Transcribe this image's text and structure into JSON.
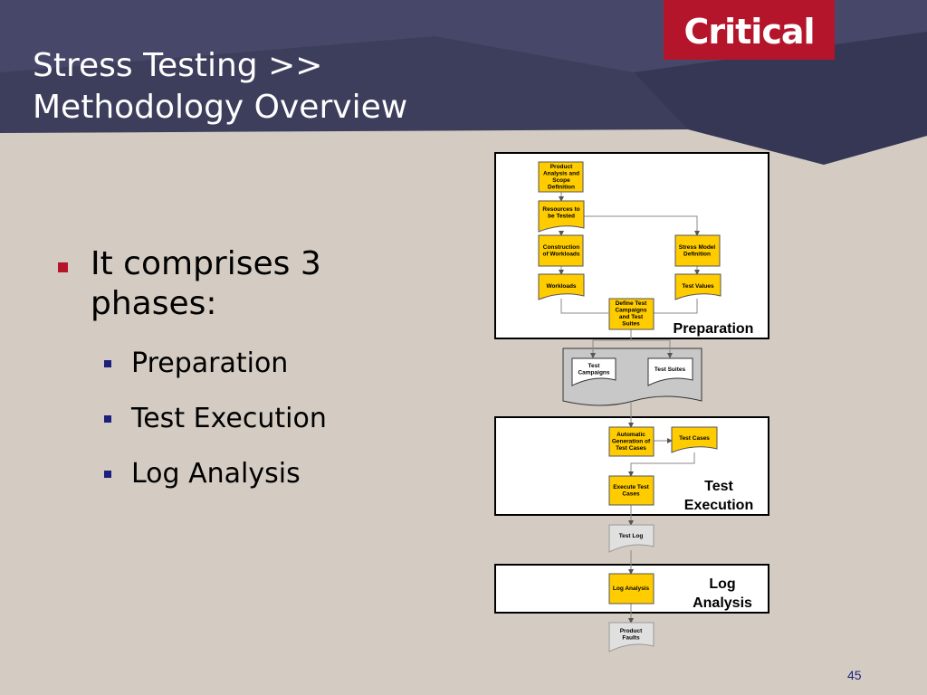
{
  "slide": {
    "title_line1": "Stress Testing >>",
    "title_line2": "Methodology Overview",
    "logo": "Critical",
    "page_number": "45"
  },
  "bullets": {
    "main": "It comprises 3 phases:",
    "sub": [
      "Preparation",
      "Test Execution",
      "Log Analysis"
    ]
  },
  "diagram": {
    "phases": {
      "preparation": "Preparation",
      "execution_line1": "Test",
      "execution_line2": "Execution",
      "log_line1": "Log",
      "log_line2": "Analysis"
    },
    "nodes": {
      "product_analysis": [
        "Product",
        "Analysis and",
        "Scope",
        "Definition"
      ],
      "resources": [
        "Resources to",
        "be Tested"
      ],
      "construction": [
        "Construction",
        "of Workloads"
      ],
      "stress_model": [
        "Stress Model",
        "Definition"
      ],
      "workloads": [
        "Workloads"
      ],
      "test_values": [
        "Test Values"
      ],
      "define_campaigns": [
        "Define Test",
        "Campaigns",
        "and Test",
        "Suites"
      ],
      "test_campaigns": [
        "Test",
        "Campaigns"
      ],
      "test_suites": [
        "Test Suites"
      ],
      "auto_generation": [
        "Automatic",
        "Generation of",
        "Test Cases"
      ],
      "test_cases": [
        "Test Cases"
      ],
      "execute_cases": [
        "Execute Test",
        "Cases"
      ],
      "test_log": [
        "Test Log"
      ],
      "log_analysis": [
        "Log Analysis"
      ],
      "product_faults": [
        "Product",
        "Faults"
      ]
    },
    "colors": {
      "process_fill": "#ffcc00",
      "document_fill": "#e0e0e0",
      "repository_fill": "#c8c8c8"
    }
  }
}
